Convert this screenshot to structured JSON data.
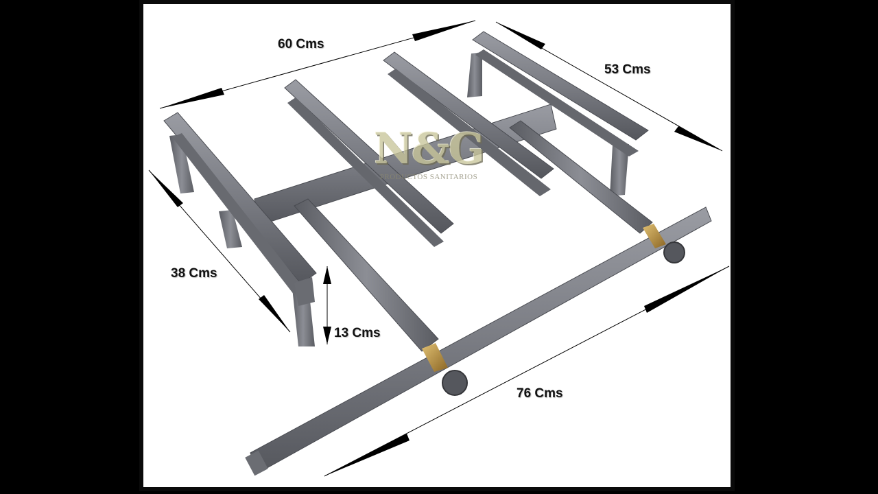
{
  "dimensions": {
    "width_top": "60 Cms",
    "depth_right": "53 Cms",
    "depth_left": "38 Cms",
    "height": "13 Cms",
    "manifold_length": "76 Cms"
  },
  "watermark": {
    "logo": "N&G",
    "tagline": "PRODUCTOS SANITARIOS"
  },
  "colors": {
    "background": "#000000",
    "photo_background": "#ffffff",
    "metal": "#7d7f86",
    "metal_dark": "#55575d",
    "brass": "#b08a3c"
  }
}
